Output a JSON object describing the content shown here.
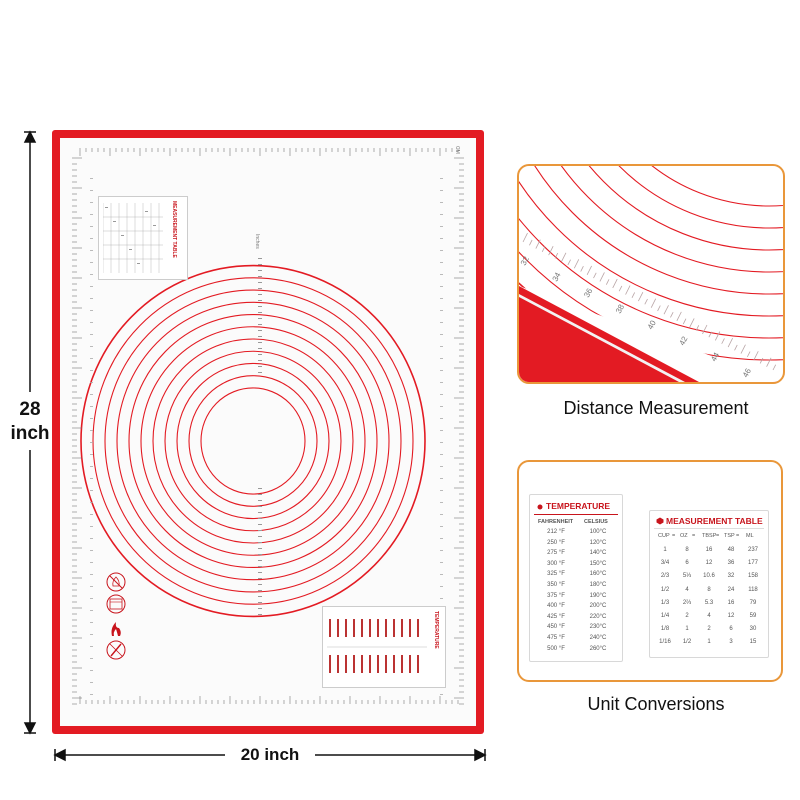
{
  "dimensions": {
    "height_label": "28\ninch",
    "width_label": "20 inch"
  },
  "captions": {
    "distance": "Distance Measurement",
    "conversions": "Unit Conversions"
  },
  "distance_inset": {
    "ruler_labels": [
      "32",
      "34",
      "36",
      "38",
      "40",
      "42",
      "44",
      "46"
    ]
  },
  "temperature_table": {
    "title": "TEMPERATURE",
    "headers": [
      "FAHRENHEIT",
      "CELSIUS"
    ],
    "rows": [
      [
        "212 °F",
        "100°C"
      ],
      [
        "250 °F",
        "120°C"
      ],
      [
        "275 °F",
        "140°C"
      ],
      [
        "300 °F",
        "150°C"
      ],
      [
        "325 °F",
        "160°C"
      ],
      [
        "350 °F",
        "180°C"
      ],
      [
        "375 °F",
        "190°C"
      ],
      [
        "400 °F",
        "200°C"
      ],
      [
        "425 °F",
        "220°C"
      ],
      [
        "450 °F",
        "230°C"
      ],
      [
        "475 °F",
        "240°C"
      ],
      [
        "500 °F",
        "260°C"
      ]
    ]
  },
  "measurement_table": {
    "title": "MEASUREMENT TABLE",
    "headers": [
      "CUP",
      "=",
      "OZ",
      "=",
      "TBSP",
      "=",
      "TSP",
      "=",
      "ML"
    ],
    "rows": [
      [
        "1",
        "8",
        "16",
        "48",
        "237"
      ],
      [
        "3/4",
        "6",
        "12",
        "36",
        "177"
      ],
      [
        "2/3",
        "5⅓",
        "10.6",
        "32",
        "158"
      ],
      [
        "1/2",
        "4",
        "8",
        "24",
        "118"
      ],
      [
        "1/3",
        "2⅔",
        "5.3",
        "16",
        "79"
      ],
      [
        "1/4",
        "2",
        "4",
        "12",
        "59"
      ],
      [
        "1/8",
        "1",
        "2",
        "6",
        "30"
      ],
      [
        "1/16",
        "1/2",
        "1",
        "3",
        "15"
      ]
    ]
  },
  "mat": {
    "mini_table_titles": [
      "MEASUREMENT TABLE",
      "TEMPERATURE"
    ],
    "circle_unit": "Inches",
    "corner_unit": "CM",
    "icons": [
      "no-fire-icon",
      "oven-icon",
      "flame-icon",
      "no-knife-icon"
    ]
  },
  "colors": {
    "mat_red": "#e31b23",
    "text_red": "#c8141c",
    "inset_border": "#e9973a"
  }
}
